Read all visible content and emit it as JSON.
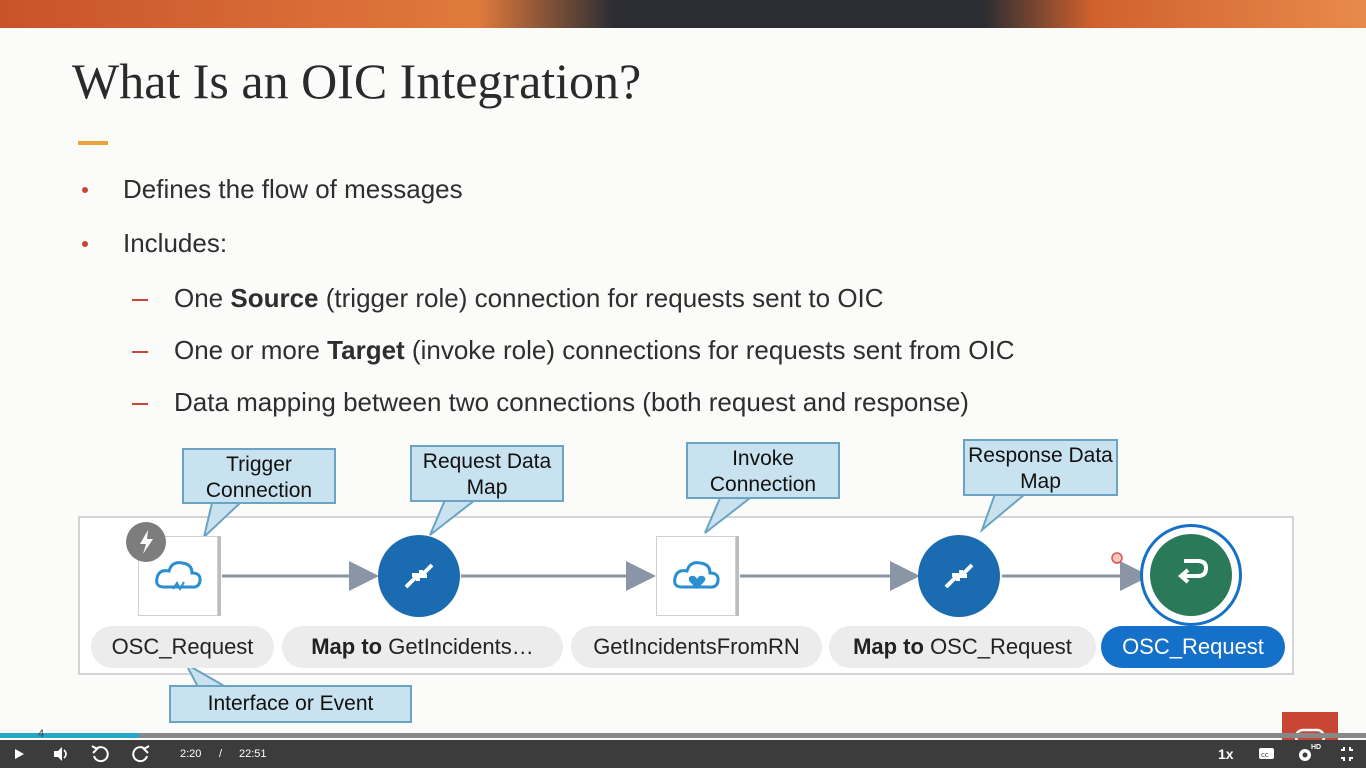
{
  "slide": {
    "title": "What Is an OIC Integration?",
    "bullets": [
      "Defines the flow of messages",
      "Includes:"
    ],
    "subbullets": [
      {
        "pre": "One ",
        "bold": "Source",
        "post": " (trigger role) connection for requests sent to OIC"
      },
      {
        "pre": "One or more ",
        "bold": "Target",
        "post": " (invoke role) connections for requests sent from OIC"
      },
      {
        "pre": "",
        "bold": "",
        "post": "Data mapping between two connections (both request and response)"
      }
    ],
    "slide_number": "4"
  },
  "diagram": {
    "callouts": {
      "trigger": "Trigger Connection",
      "request_map": "Request Data Map",
      "invoke": "Invoke Connection",
      "response_map": "Response Data Map",
      "interface": "Interface or Event"
    },
    "nodes": [
      {
        "pre": "",
        "bold": "",
        "text": "OSC_Request"
      },
      {
        "pre": "",
        "bold": "Map to",
        "text": " GetIncidents…"
      },
      {
        "pre": "",
        "bold": "",
        "text": "GetIncidentsFromRN"
      },
      {
        "pre": "",
        "bold": "Map to",
        "text": " OSC_Request"
      },
      {
        "pre": "",
        "bold": "",
        "text": "OSC_Request"
      }
    ]
  },
  "player": {
    "current_time": "2:20",
    "separator": "/",
    "duration": "22:51",
    "speed": "1x",
    "quality_badge": "HD",
    "progress": 0.102,
    "icons": [
      "play-icon",
      "volume-icon",
      "rewind-icon",
      "forward-icon",
      "captions-icon",
      "settings-icon",
      "fullscreen-exit-icon"
    ]
  },
  "colors": {
    "accent": "#c74634",
    "rule": "#e8a33b",
    "node_blue": "#1a6bb0",
    "return_green": "#2a7a5a",
    "active_pill": "#1470c8"
  }
}
